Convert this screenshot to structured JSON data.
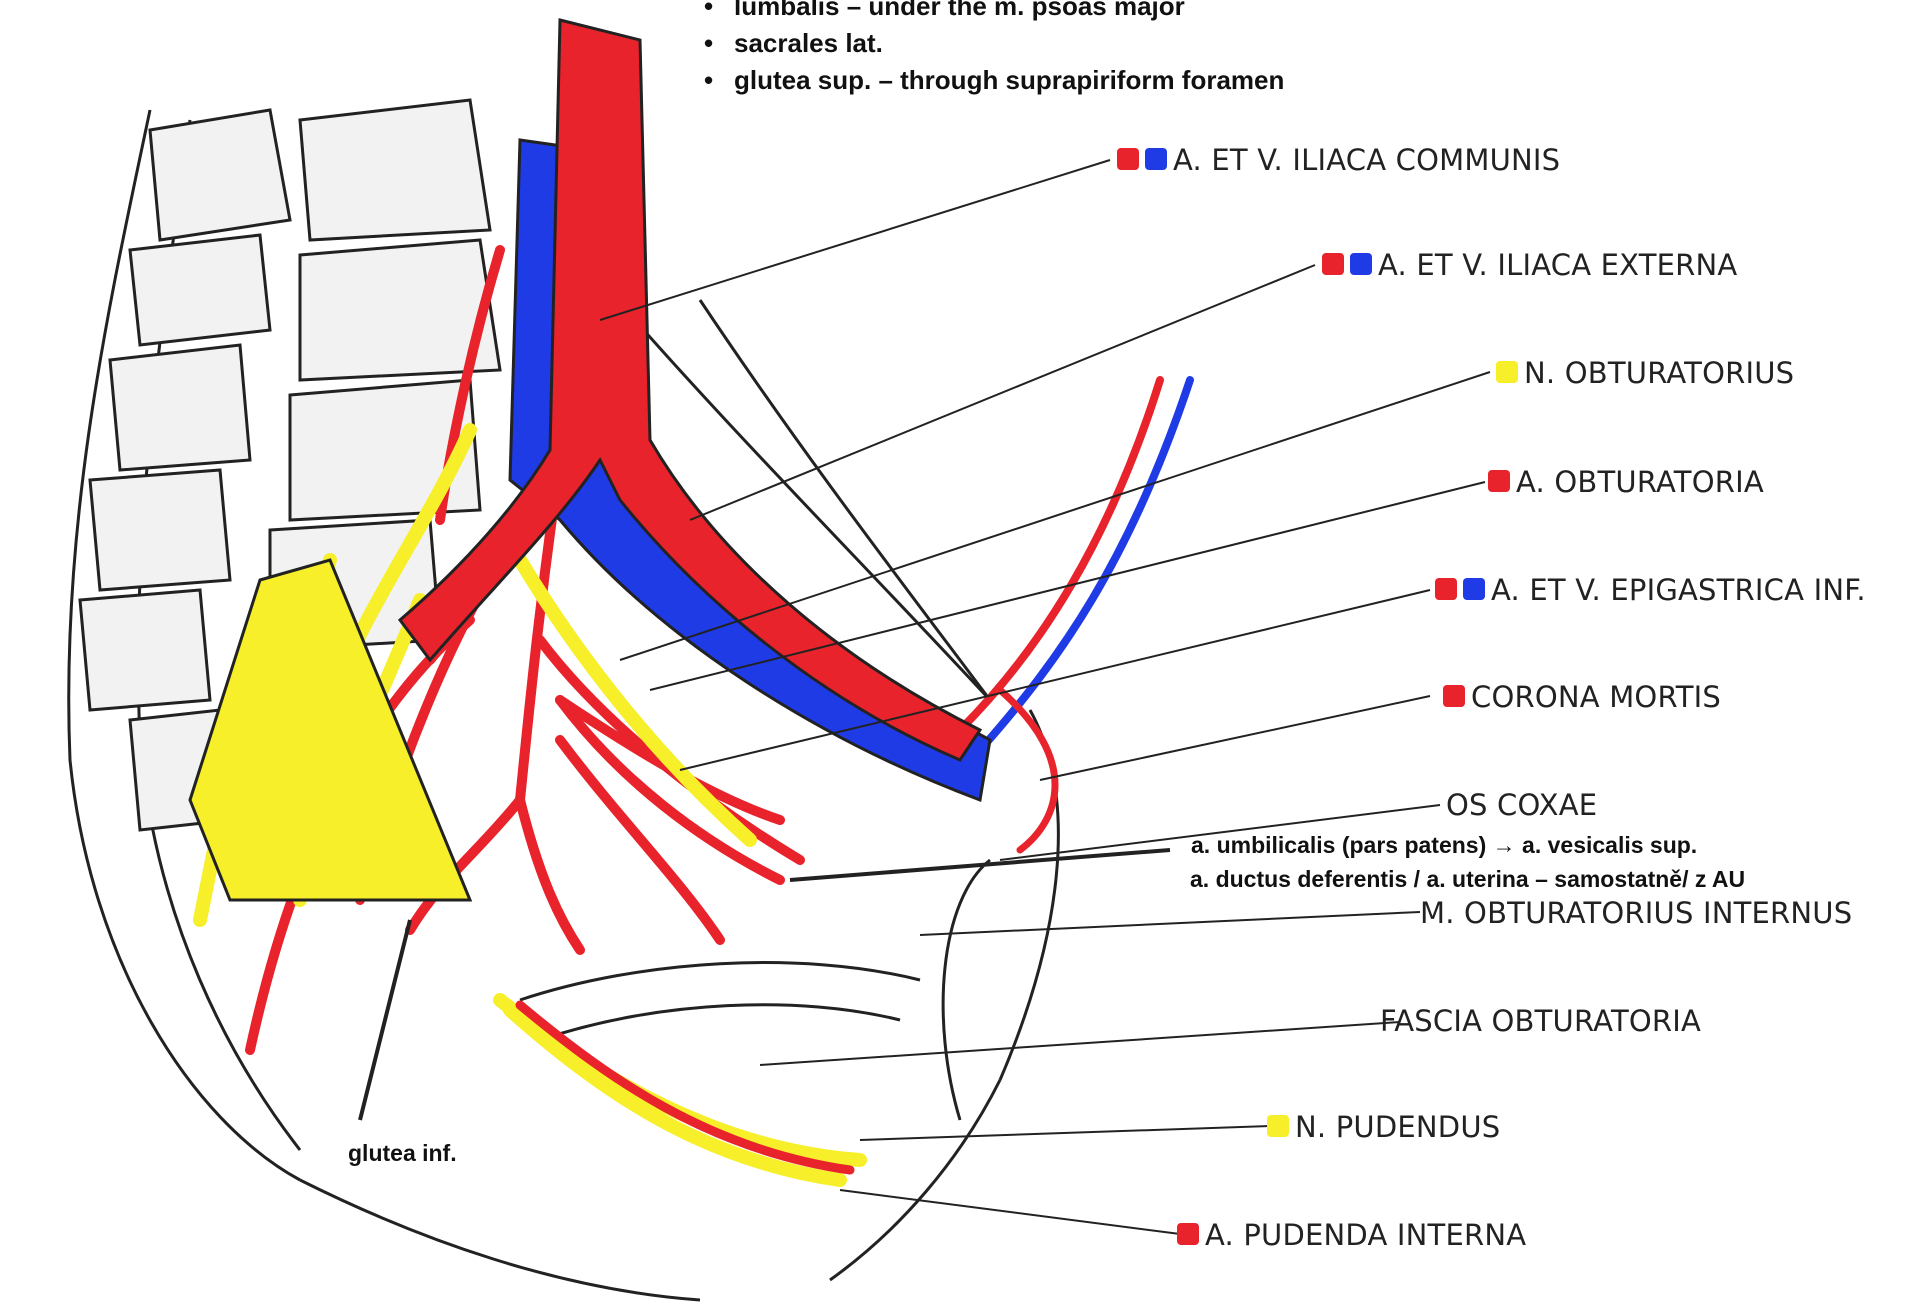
{
  "bullets": [
    {
      "text": "lumbalis – under the m. psoas major"
    },
    {
      "text": "sacrales lat."
    },
    {
      "text": "glutea sup. – through suprapiriform foramen"
    }
  ],
  "labels": [
    {
      "text": "A. ET V. ILIACA COMMUNIS",
      "swatches": [
        "#e8232b",
        "#1f3be6"
      ]
    },
    {
      "text": "A. ET V. ILIACA EXTERNA",
      "swatches": [
        "#e8232b",
        "#1f3be6"
      ]
    },
    {
      "text": "N. OBTURATORIUS",
      "swatches": [
        "#f6ef2a"
      ]
    },
    {
      "text": "A. OBTURATORIA",
      "swatches": [
        "#e8232b"
      ]
    },
    {
      "text": "A. ET V. EPIGASTRICA INF.",
      "swatches": [
        "#e8232b",
        "#1f3be6"
      ]
    },
    {
      "text": "CORONA MORTIS",
      "swatches": [
        "#e8232b"
      ]
    },
    {
      "text": "OS COXAE",
      "swatches": []
    },
    {
      "text": "M. OBTURATORIUS INTERNUS",
      "swatches": []
    },
    {
      "text": "FASCIA OBTURATORIA",
      "swatches": []
    },
    {
      "text": "N. PUDENDUS",
      "swatches": [
        "#f6ef2a"
      ]
    },
    {
      "text": "A. PUDENDA INTERNA",
      "swatches": [
        "#e8232b"
      ]
    }
  ],
  "notes": {
    "umbilicalis": "a. umbilicalis (pars patens) → a. vesicalis sup.",
    "ductus": "a. ductus deferentis / a. uterina – samostatně/ z AU",
    "glutea_inf": "glutea inf."
  },
  "colors": {
    "artery": "#e8232b",
    "vein": "#1f3be6",
    "nerve": "#f6ef2a",
    "outline": "#222222"
  }
}
